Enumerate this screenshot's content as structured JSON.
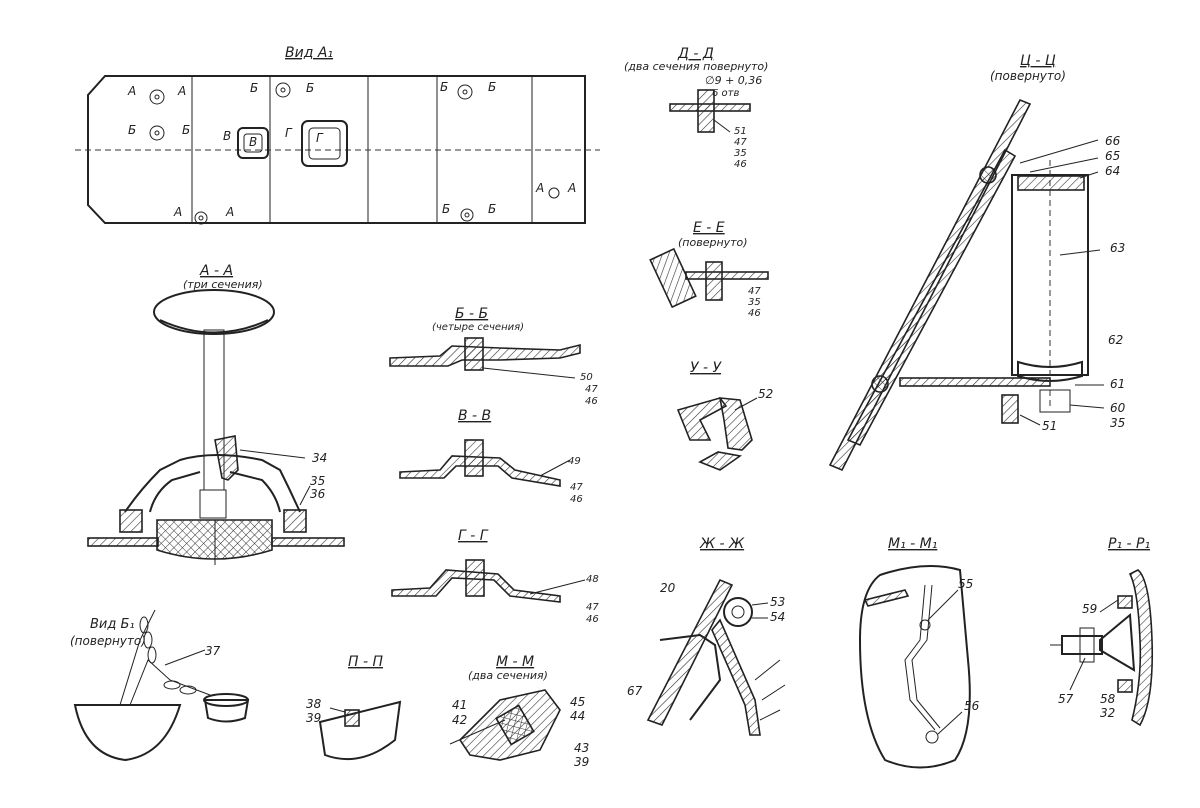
{
  "views": {
    "a1": {
      "title": "Вид А₁",
      "marks": [
        "А",
        "А",
        "Б",
        "Б",
        "Б",
        "Б",
        "В",
        "В",
        "Г",
        "Г",
        "Б",
        "Б",
        "А",
        "А",
        "Б",
        "Б",
        "А",
        "А"
      ]
    },
    "aa": {
      "title": "А - А",
      "subtitle": "(три сечения)",
      "callouts": [
        "34",
        "35",
        "36"
      ]
    },
    "bb": {
      "title": "Б - Б",
      "subtitle": "(четыре сечения)",
      "callouts": [
        "50",
        "47",
        "46"
      ]
    },
    "vv": {
      "title": "В - В",
      "callouts": [
        "49",
        "47",
        "46"
      ]
    },
    "gg": {
      "title": "Г - Г",
      "callouts": [
        "48",
        "47",
        "46"
      ]
    },
    "dd": {
      "title": "Д - Д",
      "subtitle": "(два сечения повернуто)",
      "dim": "∅9 + 0,36",
      "dim2": "6 отв",
      "callouts": [
        "51",
        "47",
        "35",
        "46"
      ]
    },
    "ee": {
      "title": "Е - Е",
      "subtitle": "(повернуто)",
      "callouts": [
        "47",
        "35",
        "46"
      ]
    },
    "uu": {
      "title": "У - У",
      "callouts": [
        "52"
      ]
    },
    "tsts": {
      "title": "Ц - Ц",
      "subtitle": "(повернуто)",
      "callouts": [
        "66",
        "65",
        "64",
        "63",
        "62",
        "61",
        "60",
        "35",
        "51"
      ]
    },
    "vb1": {
      "title": "Вид Б₁",
      "subtitle": "(повернуто)",
      "callouts": [
        "37"
      ]
    },
    "pp": {
      "title": "П - П",
      "callouts": [
        "38",
        "39"
      ]
    },
    "mm": {
      "title": "М - М",
      "subtitle": "(два сечения)",
      "callouts": [
        "41",
        "42",
        "45",
        "44",
        "43",
        "39"
      ]
    },
    "zhzh": {
      "title": "Ж - Ж",
      "callouts": [
        "20",
        "53",
        "54",
        "67"
      ]
    },
    "m1m1": {
      "title": "М₁ - М₁",
      "callouts": [
        "55",
        "56"
      ]
    },
    "r1r1": {
      "title": "Р₁ - Р₁",
      "callouts": [
        "59",
        "57",
        "58",
        "32"
      ]
    }
  }
}
